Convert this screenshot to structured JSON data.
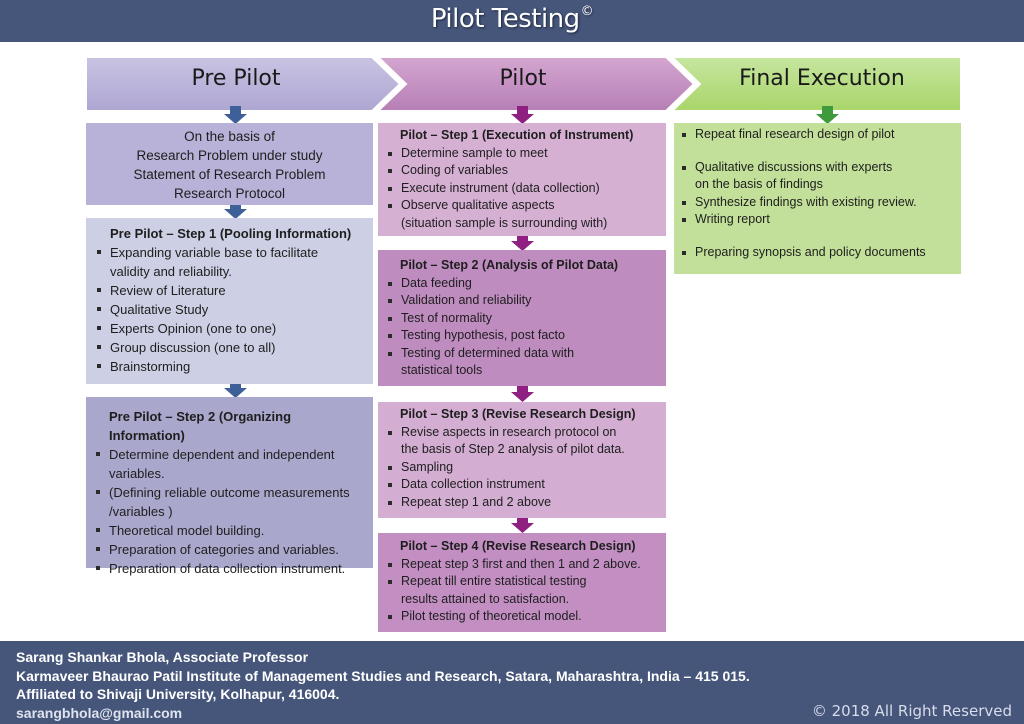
{
  "header": {
    "title": "Pilot Testing",
    "mark": "©"
  },
  "phases": [
    {
      "label": "Pre Pilot",
      "color": "#b8b1d8"
    },
    {
      "label": "Pilot",
      "color": "#bf8cbf"
    },
    {
      "label": "Final Execution",
      "color": "#b7dd7a"
    }
  ],
  "pre_pilot": {
    "intro": [
      "On the basis of",
      "Research Problem under study",
      "Statement of Research Problem",
      "Research Protocol"
    ],
    "step1": {
      "heading": "Pre Pilot – Step 1 (Pooling Information)",
      "items": [
        "Expanding variable base to facilitate",
        "validity and reliability.",
        "Review of Literature",
        "Qualitative Study",
        "Experts Opinion (one to one)",
        "Group discussion (one to all)",
        "Brainstorming"
      ]
    },
    "step2": {
      "heading": "Pre Pilot – Step 2 (Organizing Information)",
      "items": [
        "Determine dependent and independent",
        "variables.",
        "(Defining reliable  outcome measurements",
        "/variables )",
        "Theoretical model building.",
        "Preparation of categories and variables.",
        "Preparation of data collection instrument."
      ]
    }
  },
  "pilot": {
    "step1": {
      "heading": "Pilot – Step 1 (Execution of Instrument)",
      "items": [
        "Determine sample to meet",
        "Coding of variables",
        "Execute instrument (data collection)",
        "Observe qualitative aspects",
        "(situation sample  is surrounding with)"
      ]
    },
    "step2": {
      "heading": "Pilot – Step 2 (Analysis of Pilot Data)",
      "items": [
        "Data feeding",
        "Validation and reliability",
        "Test of normality",
        "Testing hypothesis, post facto",
        "Testing of determined data with",
        "statistical tools"
      ]
    },
    "step3": {
      "heading": "Pilot – Step 3 (Revise Research Design)",
      "items": [
        "Revise aspects in research protocol on",
        "the basis of Step 2 analysis of pilot data.",
        "Sampling",
        "Data collection instrument",
        "Repeat step 1 and 2 above"
      ]
    },
    "step4": {
      "heading": "Pilot – Step 4 (Revise Research Design)",
      "items": [
        "Repeat step 3 first and then 1 and 2 above.",
        "Repeat till entire statistical testing",
        "results attained to satisfaction.",
        "Pilot testing of theoretical model."
      ]
    }
  },
  "final_execution": {
    "items": [
      "Repeat final research design of pilot",
      "Qualitative discussions with experts",
      "on the basis of findings",
      "Synthesize findings with existing review.",
      "Writing report",
      "Preparing synopsis and policy documents"
    ]
  },
  "footer": {
    "name": "Sarang Shankar Bhola, Associate Professor",
    "institute": "Karmaveer Bhaurao Patil Institute of Management Studies and Research, Satara, Maharashtra, India – 415 015.",
    "affiliation": "Affiliated to Shivaji University, Kolhapur, 416004.",
    "email": "sarangbhola@gmail.com",
    "copyright": "© 2018 All Right Reserved"
  },
  "colors": {
    "header_bg": "#46567a",
    "blue_arrow": "#3f5f99",
    "purple_arrow": "#8f1f80",
    "green_arrow": "#3f9a3c"
  }
}
